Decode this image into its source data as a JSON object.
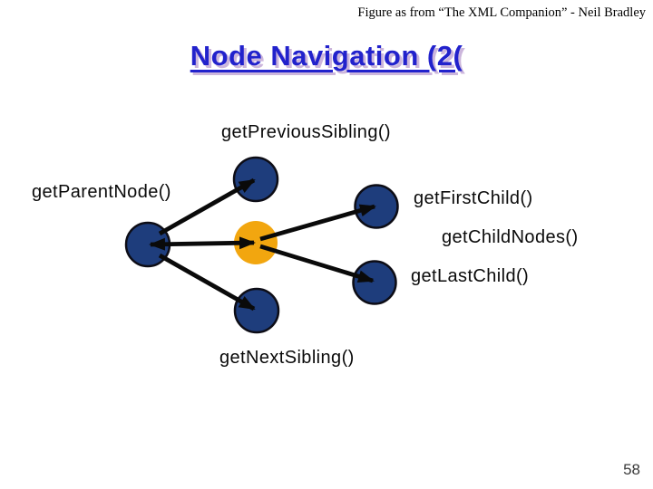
{
  "credit": "Figure as from “The XML Companion” - Neil Bradley",
  "title": "Node Navigation (2(",
  "page_number": "58",
  "colors": {
    "title_blue": "#2222cc",
    "title_shadow": "#ccb6dc",
    "node_blue": "#1e3d7c",
    "node_outline": "#0d0d16",
    "current_node_orange": "#f2a60f",
    "arrow_black": "#0a0a0a"
  },
  "labels": {
    "previous_sibling": "getPreviousSibling()",
    "parent_node": "getParentNode()",
    "first_child": "getFirstChild()",
    "child_nodes": "getChildNodes()",
    "last_child": "getLastChild()",
    "next_sibling": "getNextSibling()"
  },
  "diagram": {
    "current_node": "current node (orange)",
    "linked_nodes": [
      "parent",
      "previous-sibling",
      "next-sibling",
      "first-child",
      "last-child"
    ]
  }
}
